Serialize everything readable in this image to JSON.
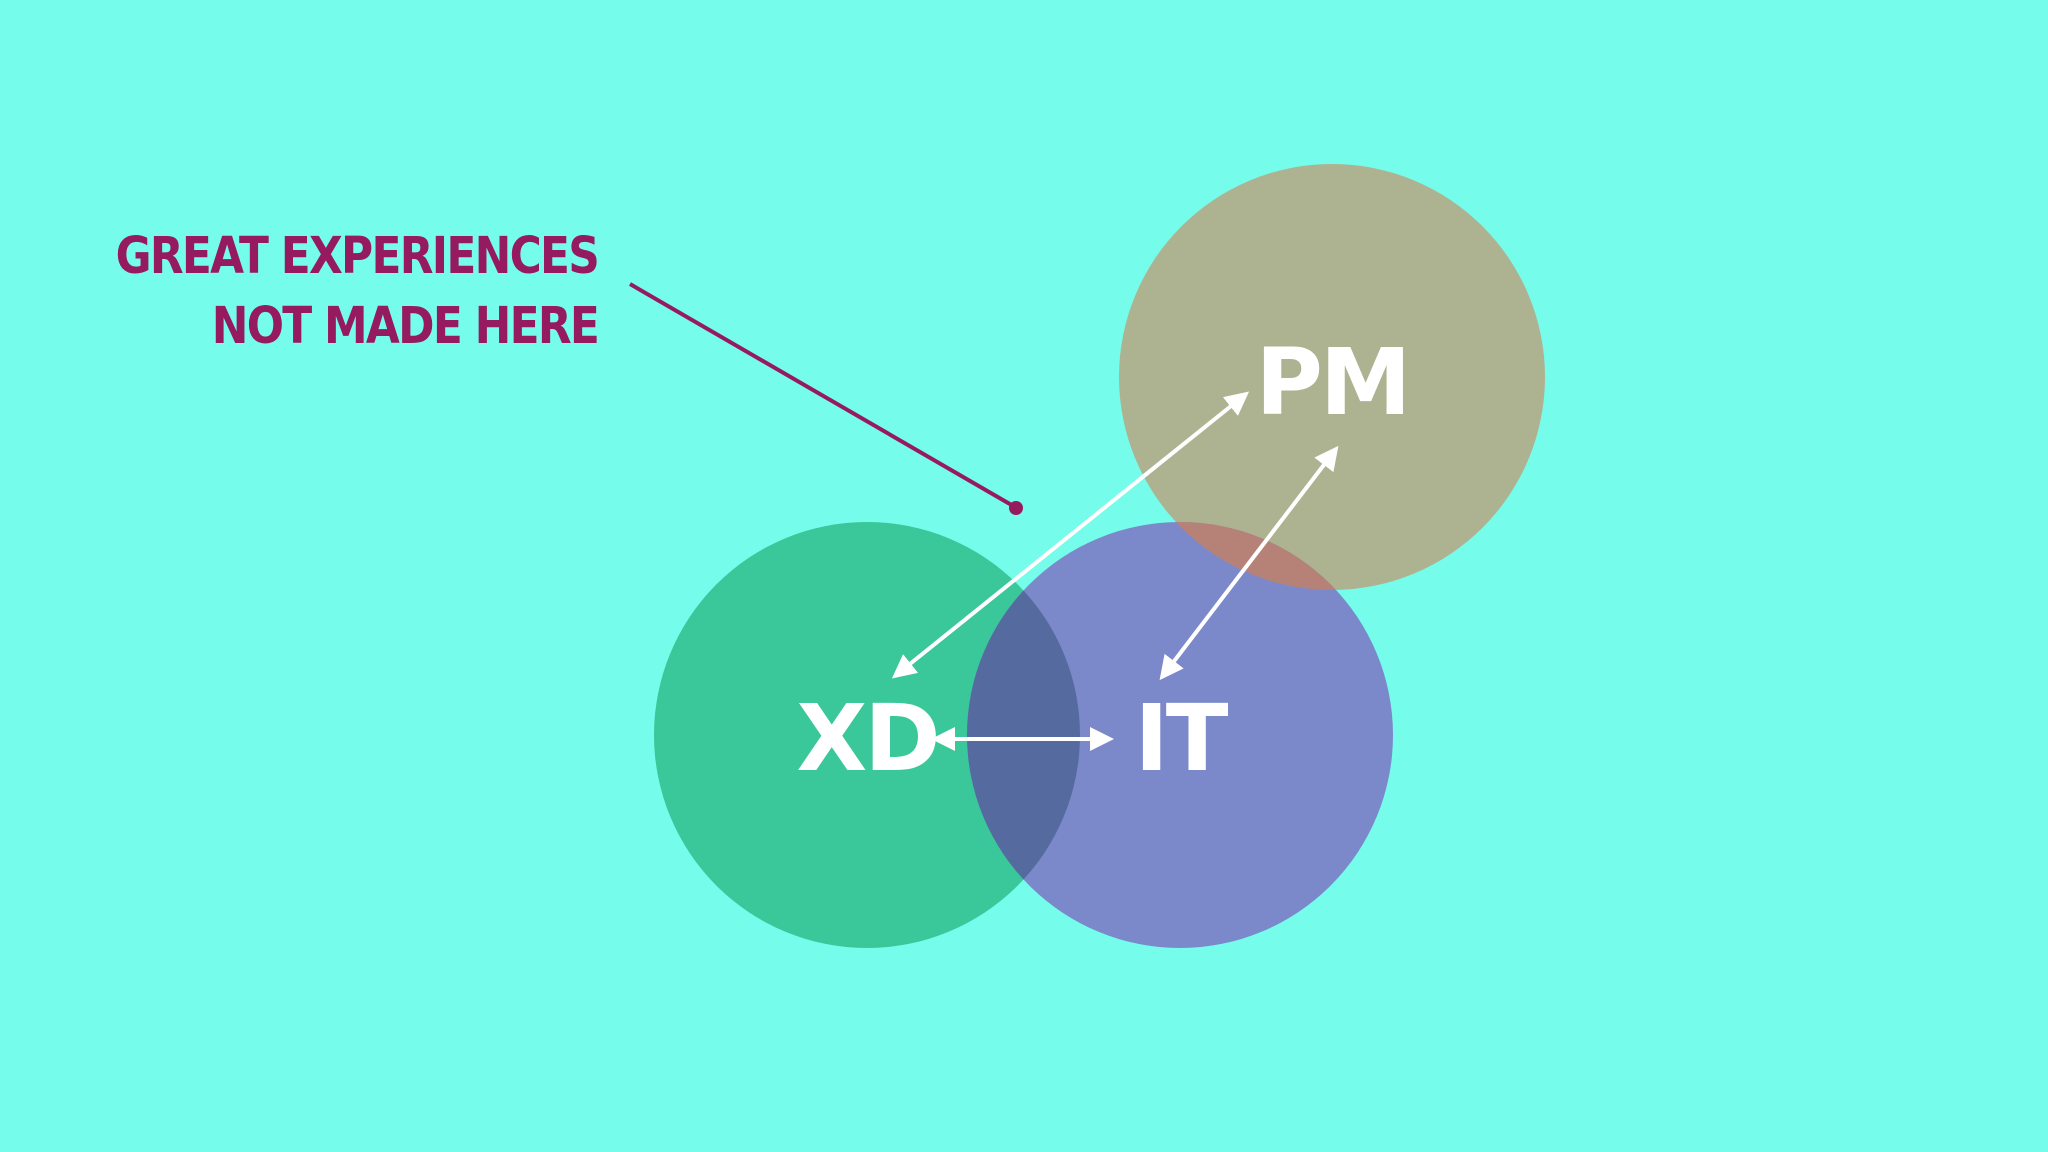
{
  "annotation": {
    "line1": "GREAT EXPERIENCES",
    "line2": "NOT MADE HERE"
  },
  "circles": {
    "xd": {
      "label": "XD",
      "color": "#3ac79a"
    },
    "it": {
      "label": "IT",
      "color": "#7b89cb"
    },
    "pm": {
      "label": "PM",
      "color": "#adb391"
    }
  },
  "colors": {
    "background": "#76fcea",
    "annotation": "#951a5e",
    "xd_it_overlap": "#556b9f",
    "it_pm_overlap": "#b68278",
    "arrows": "#ffffff",
    "labels": "#ffffff"
  }
}
